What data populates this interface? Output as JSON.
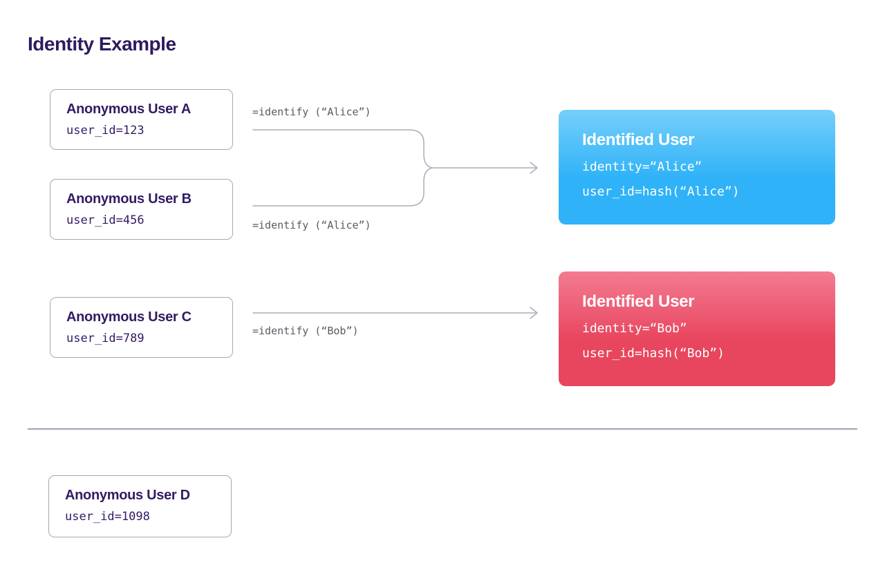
{
  "title": "Identity Example",
  "anonymous_users": [
    {
      "name": "Anonymous User A",
      "code": "user_id=123"
    },
    {
      "name": "Anonymous User B",
      "code": "user_id=456"
    },
    {
      "name": "Anonymous User C",
      "code": "user_id=789"
    },
    {
      "name": "Anonymous User D",
      "code": "user_id=1098"
    }
  ],
  "identify_labels": [
    "=identify (“Alice”)",
    "=identify (“Alice”)",
    "=identify (“Bob”)"
  ],
  "identified_users": [
    {
      "name": "Identified User",
      "identity_line": "identity=“Alice”",
      "user_id_line": "user_id=hash(“Alice”)",
      "accent_top": "#76cffa",
      "accent_bottom": "#2fb2f8"
    },
    {
      "name": "Identified User",
      "identity_line": "identity=“Bob”",
      "user_id_line": "user_id=hash(“Bob”)",
      "accent_top": "#f37b92",
      "accent_bottom": "#e8465e"
    }
  ],
  "colors": {
    "title_text": "#2e1a5e",
    "box_text": "#321b63",
    "box_border": "#a8a6b4",
    "line": "#acaabb",
    "label_text": "#5a5a64",
    "divider": "#a5a3b2"
  }
}
